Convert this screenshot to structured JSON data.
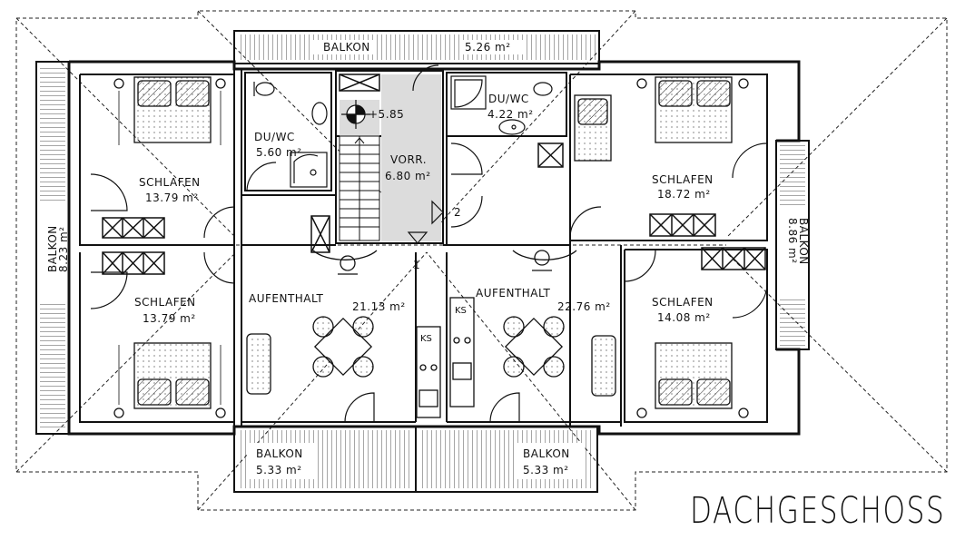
{
  "sheet_title": "DACHGESCHOSS",
  "elevation": "+5.85",
  "rooms": {
    "schlafen_tl": {
      "name": "SCHLAFEN",
      "area": "13.79 m²"
    },
    "schlafen_bl": {
      "name": "SCHLAFEN",
      "area": "13.79 m²"
    },
    "du_wc_left": {
      "name": "DU/WC",
      "area": "5.60 m²"
    },
    "vorr": {
      "name": "VORR.",
      "area": "6.80 m²"
    },
    "du_wc_right": {
      "name": "DU/WC",
      "area": "4.22 m²"
    },
    "schlafen_tr": {
      "name": "SCHLAFEN",
      "area": "18.72 m²"
    },
    "schlafen_br": {
      "name": "SCHLAFEN",
      "area": "14.08 m²"
    },
    "aufenthalt_left": {
      "name": "AUFENTHALT",
      "area": "21.13 m²"
    },
    "aufenthalt_right": {
      "name": "AUFENTHALT",
      "area": "22.76 m²"
    }
  },
  "balconies": {
    "top": {
      "name": "BALKON",
      "area": "5.26 m²"
    },
    "left": {
      "name": "BALKON",
      "area": "8.23 m²"
    },
    "right": {
      "name": "BALKON",
      "area": "8.86 m²"
    },
    "bottom_left": {
      "name": "BALKON",
      "area": "5.33 m²"
    },
    "bottom_right": {
      "name": "BALKON",
      "area": "5.33 m²"
    }
  },
  "fixtures": {
    "ks_left": "KS",
    "ks_right": "KS",
    "stair_mark_1": "1",
    "stair_mark_2": "2"
  }
}
